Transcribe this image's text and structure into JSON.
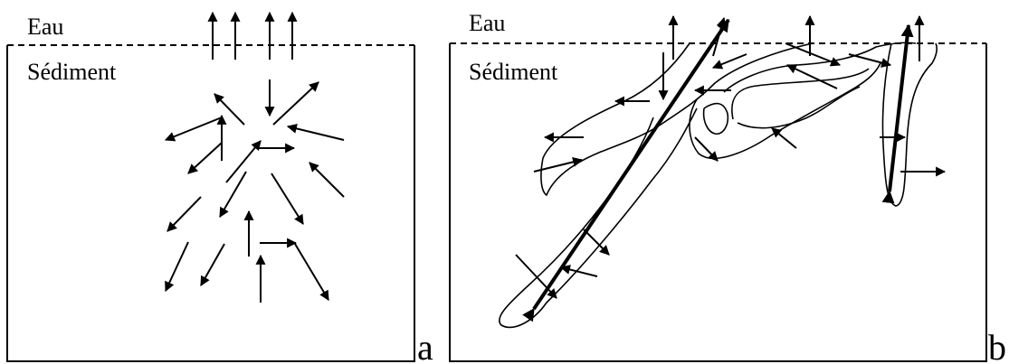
{
  "panels": [
    {
      "water_label": "Eau",
      "sediment_label": "Sédiment",
      "panel_letter": "a"
    },
    {
      "water_label": "Eau",
      "sediment_label": "Sédiment",
      "panel_letter": "b"
    }
  ]
}
